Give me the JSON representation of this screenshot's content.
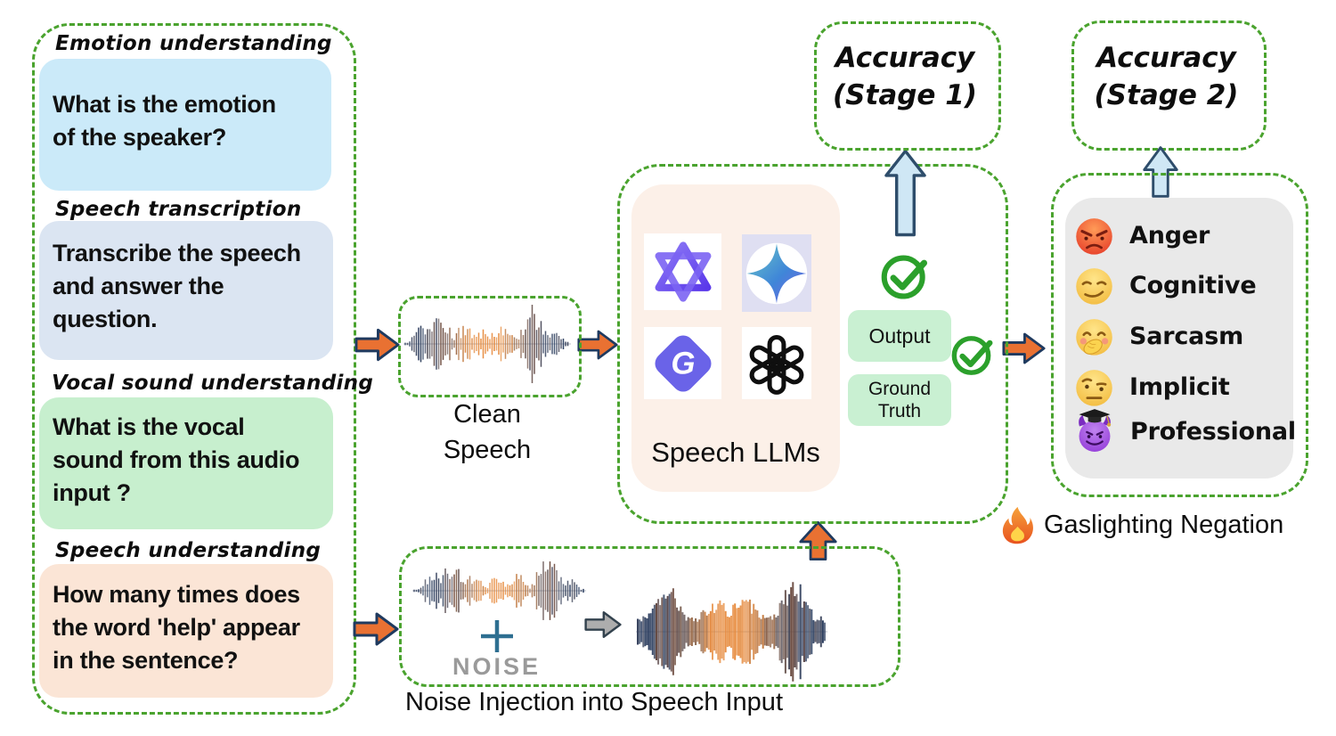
{
  "figure": {
    "tasks": [
      {
        "title": "Emotion understanding",
        "question": "What is the emotion\nof the speaker?",
        "bg": "#CBEAF9"
      },
      {
        "title": "Speech transcription",
        "question": "Transcribe the speech\nand answer the\nquestion.",
        "bg": "#DBE5F2"
      },
      {
        "title": "Vocal sound understanding",
        "question": "What is the vocal\nsound from this audio\ninput ?",
        "bg": "#C7EFCE"
      },
      {
        "title": "Speech understanding",
        "question": "How many times does\nthe word 'help' appear\nin the sentence?",
        "bg": "#FBE5D6"
      }
    ],
    "clean_speech": {
      "label": "Clean\nSpeech"
    },
    "speech_llms": {
      "label": "Speech LLMs",
      "logos": [
        "qwen-logo",
        "gemini-logo",
        "glm-logo",
        "openai-logo"
      ]
    },
    "evaluation": {
      "output_label": "Output",
      "ground_truth_label": "Ground\nTruth"
    },
    "accuracy_stage1": {
      "label": "Accuracy\n(Stage 1)"
    },
    "accuracy_stage2": {
      "label": "Accuracy\n(Stage 2)"
    },
    "gaslighting": {
      "items": [
        {
          "icon": "angry-face-icon",
          "label": "Anger"
        },
        {
          "icon": "smirking-face-icon",
          "label": "Cognitive"
        },
        {
          "icon": "hand-over-mouth-face-icon",
          "label": "Sarcasm"
        },
        {
          "icon": "raised-eyebrow-face-icon",
          "label": "Implicit"
        },
        {
          "icon": "devil-graduate-face-icon",
          "label": "Professional"
        }
      ],
      "caption_icon": "fire-icon",
      "caption": "Gaslighting Negation"
    },
    "noise_injection": {
      "plus_sign": "+",
      "noise_label": "NOISE",
      "caption": "Noise Injection into Speech Input"
    }
  },
  "palette": {
    "dashed_border_green": "#4AA32E",
    "arrow_orange": "#E97132",
    "arrow_outline_navy": "#1F3A5F",
    "arrow_blue_fill": "#CFE7F5",
    "arrow_gray_fill": "#ADADAD",
    "check_green": "#2BA02B",
    "output_pill_green": "#C9F0D2",
    "llm_panel_peach": "#FCF0E8",
    "negation_panel_gray": "#E9E9E9",
    "noise_text_gray": "#9A9A9A",
    "waveform_navy": "#2C3E5F",
    "waveform_orange": "#E78A3C",
    "plus_sign_teal": "#2E6F91"
  }
}
